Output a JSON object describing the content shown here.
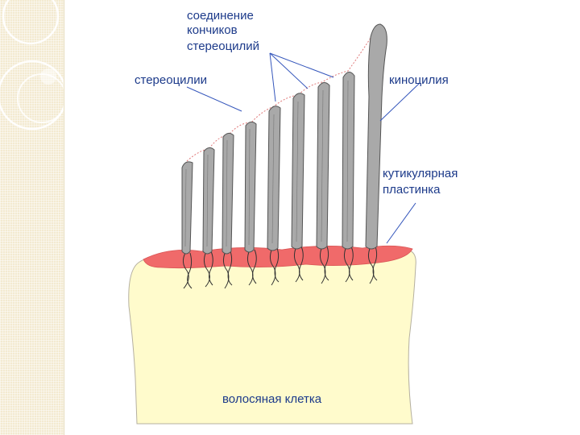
{
  "labels": {
    "tip_link_line1": "соединение",
    "tip_link_line2": "кончиков",
    "tip_link_line3": "стереоцилий",
    "stereocilia": "стереоцилии",
    "kinocilium": "киноцилия",
    "cuticular_line1": "кутикулярная",
    "cuticular_line2": "пластинка",
    "hair_cell": "волосяная клетка"
  },
  "colors": {
    "label_text": "#1c3a8a",
    "leader_line": "#3355bb",
    "tip_link": "#e07a7a",
    "cilium_fill": "#a9a9a9",
    "cilium_outline": "#555555",
    "cuticular_plate": "#f06a6a",
    "cell_body": "#fffbcc",
    "side_panel": "#f3ead0"
  },
  "icons": {
    "side_panel_decoration": "concentric-circles-ornament"
  }
}
